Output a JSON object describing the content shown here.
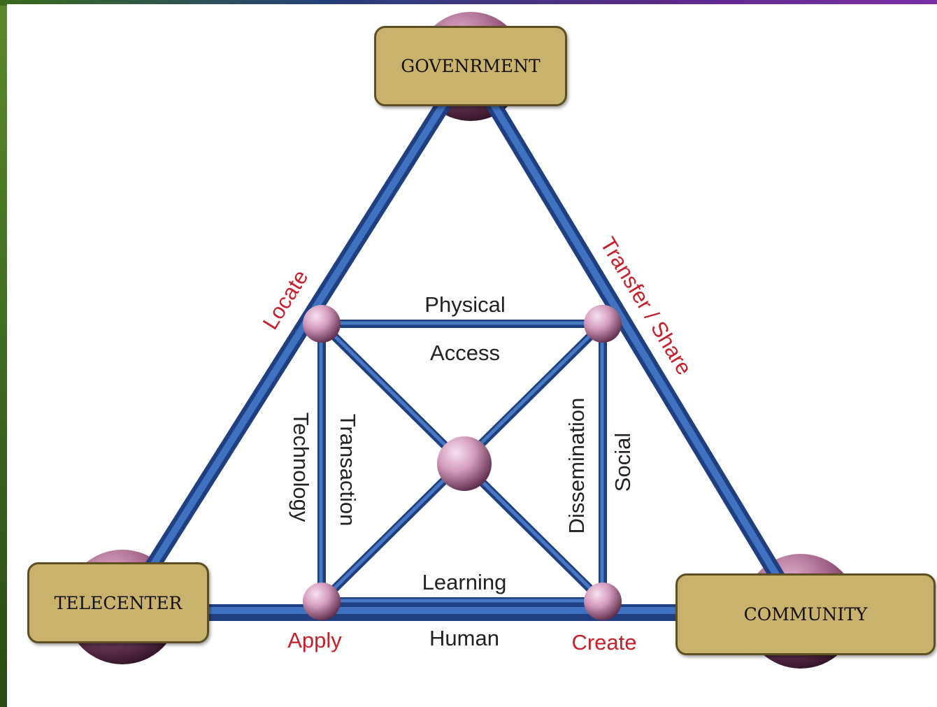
{
  "nodes": {
    "government": "GOVENRMENT",
    "telecenter": "TELECENTER",
    "community": "COMMUNITY"
  },
  "edge_labels": {
    "physical": "Physical",
    "access": "Access",
    "technology": "Technology",
    "transaction": "Transaction",
    "dissemination": "Dissemination",
    "social": "Social",
    "learning": "Learning",
    "human": "Human"
  },
  "action_labels": {
    "locate": "Locate",
    "transfer_share": "Transfer / Share",
    "apply": "Apply",
    "create": "Create"
  },
  "colors": {
    "rod": "#2f5fa8",
    "sphere": "#d9a7c4",
    "box": "#c9b26b",
    "action_text": "#c8202a"
  }
}
